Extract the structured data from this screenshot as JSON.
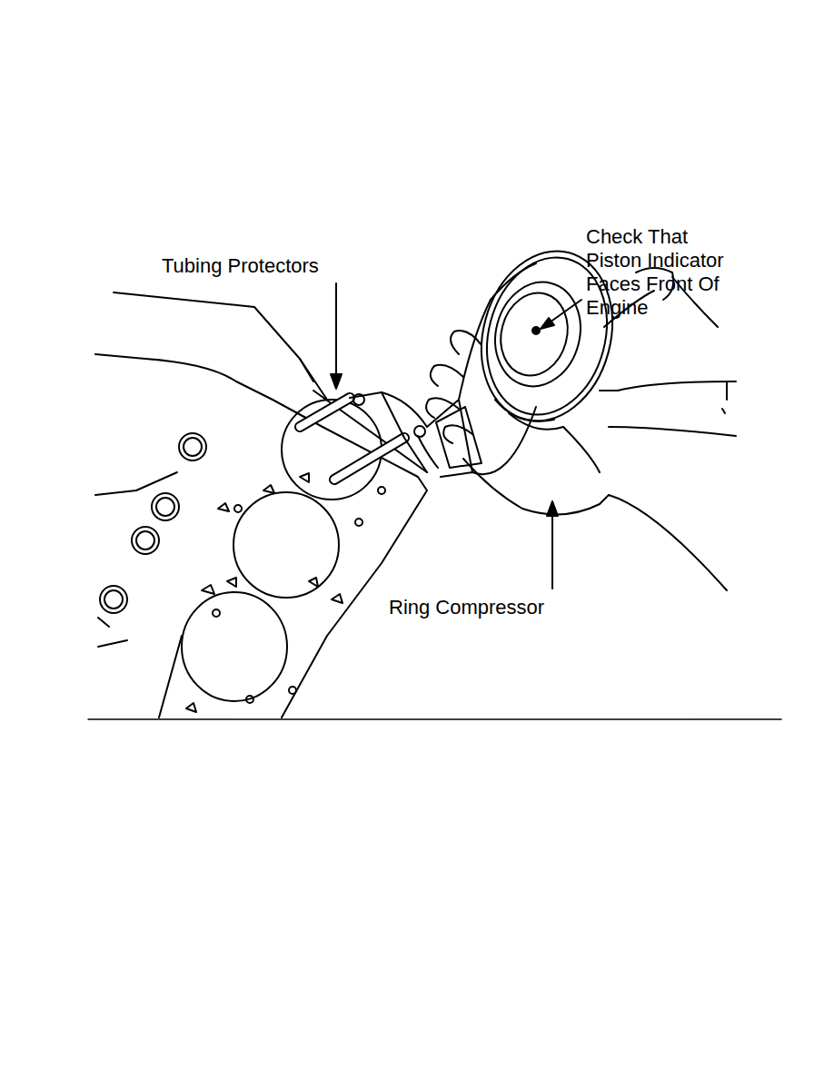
{
  "diagram": {
    "labels": [
      "Tubing Protectors",
      "Check That Piston Indicator Faces Front Of Engine",
      "Ring Compressor"
    ]
  }
}
